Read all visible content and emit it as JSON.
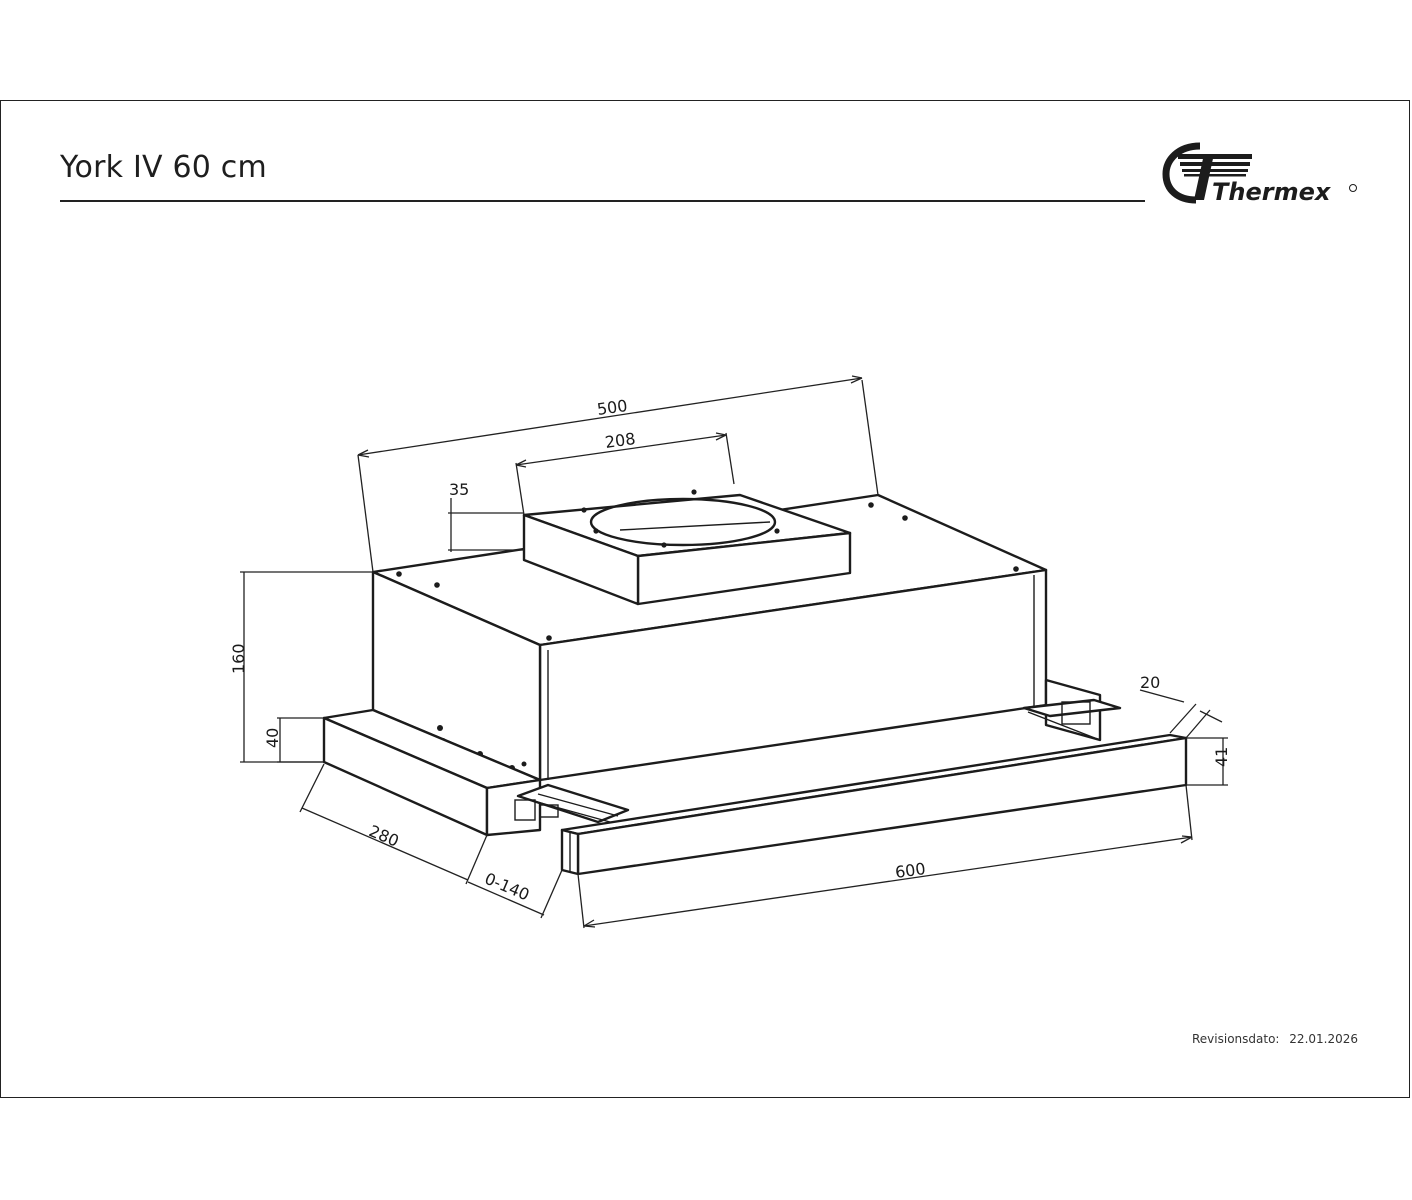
{
  "header": {
    "title": "York IV 60 cm",
    "brand": "Thermex"
  },
  "dimensions": {
    "depth_total": "500",
    "outlet_width": "208",
    "outlet_height": "35",
    "height_total": "160",
    "front_height": "40",
    "depth_fixed": "280",
    "extension": "0-140",
    "width": "600",
    "panel_thickness": "20",
    "panel_height": "41"
  },
  "footer": {
    "revision_label": "Revisionsdato:",
    "revision_date": "22.01.2026"
  }
}
